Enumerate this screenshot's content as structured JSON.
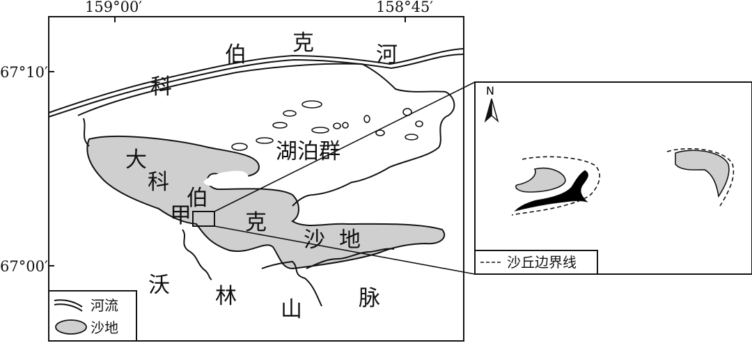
{
  "coords": {
    "lon_left": "159°00′",
    "lon_right": "158°45′",
    "lat_top": "67°10′",
    "lat_bottom": "67°00′"
  },
  "labels": {
    "river_bo": "伯",
    "river_ke": "克",
    "river_he": "河",
    "river_ke2": "科",
    "lakes": "湖泊群",
    "sand_da": "大",
    "sand_ke": "科",
    "sand_bo": "伯",
    "sand_ke2": "克",
    "sand_sha": "沙",
    "sand_di": "地",
    "site": "甲",
    "mtn_wo": "沃",
    "mtn_lin": "林",
    "mtn_shan": "山",
    "mtn_mai": "脉"
  },
  "legend": {
    "river": "河流",
    "sand": "沙地"
  },
  "inset": {
    "north": "N",
    "dune_boundary": "沙丘边界线"
  },
  "colors": {
    "sand_fill": "#cfcfcf",
    "ink": "#111111",
    "dark_fill": "#000000"
  }
}
